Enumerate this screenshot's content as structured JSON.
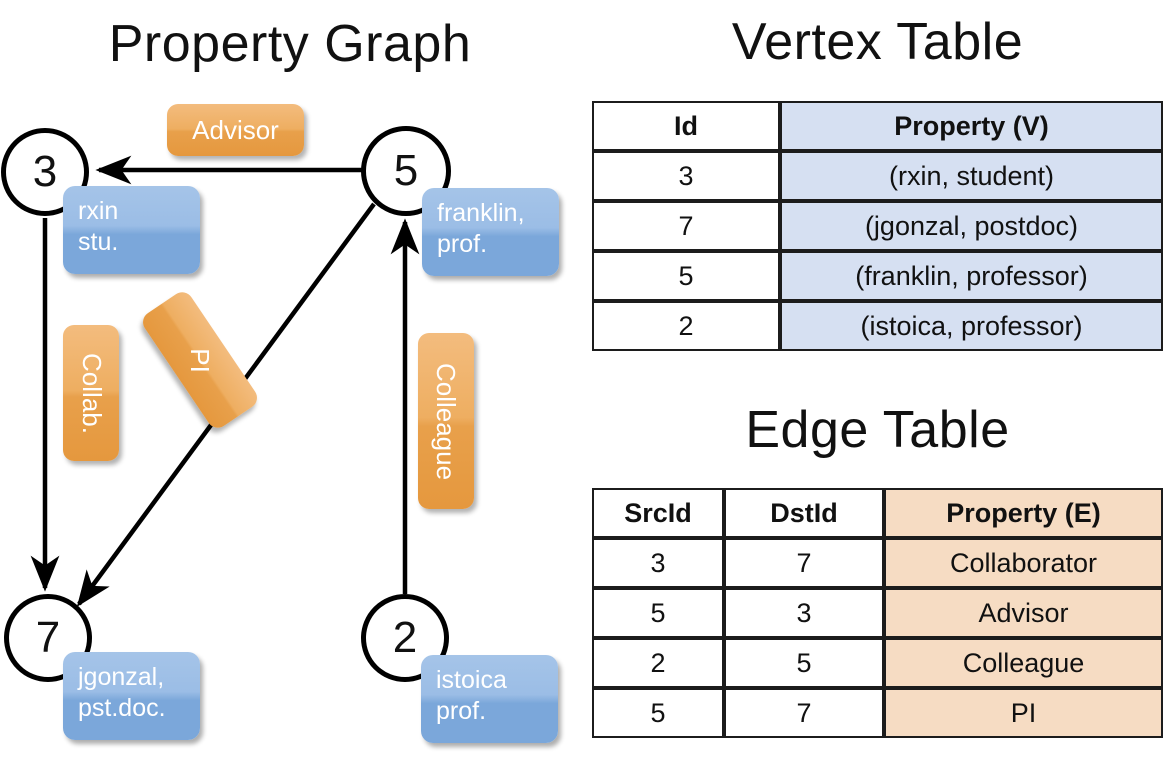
{
  "titles": {
    "property_graph": "Property Graph",
    "vertex_table": "Vertex Table",
    "edge_table": "Edge Table"
  },
  "colors": {
    "vertex_fill": "#d6e0f2",
    "edge_fill": "#f6dcc3",
    "node_property_box": "#7ba7da",
    "edge_label_box": "#e8a04b",
    "stroke": "#000000"
  },
  "graph": {
    "nodes": [
      {
        "id": "3",
        "property": "rxin\nstu."
      },
      {
        "id": "5",
        "property": "franklin,\nprof."
      },
      {
        "id": "7",
        "property": "jgonzal,\npst.doc."
      },
      {
        "id": "2",
        "property": "istoica\nprof."
      }
    ],
    "node_labels": {
      "n3": "3",
      "n5": "5",
      "n7": "7",
      "n2": "2"
    },
    "node_properties": {
      "n3_line1": "rxin",
      "n3_line2": "stu.",
      "n5_line1": "franklin,",
      "n5_line2": "prof.",
      "n7_line1": "jgonzal,",
      "n7_line2": "pst.doc.",
      "n2_line1": "istoica",
      "n2_line2": "prof."
    },
    "edge_labels": {
      "advisor": "Advisor",
      "collab": "Collab.",
      "pi": "PI",
      "colleague": "Colleague"
    },
    "edges": [
      {
        "from": "5",
        "to": "3",
        "label": "Advisor"
      },
      {
        "from": "3",
        "to": "7",
        "label": "Collab."
      },
      {
        "from": "5",
        "to": "7",
        "label": "PI"
      },
      {
        "from": "2",
        "to": "5",
        "label": "Colleague"
      }
    ]
  },
  "vertex_table": {
    "headers": [
      "Id",
      "Property (V)"
    ],
    "rows": [
      {
        "id": "3",
        "property": "(rxin, student)"
      },
      {
        "id": "7",
        "property": "(jgonzal, postdoc)"
      },
      {
        "id": "5",
        "property": "(franklin, professor)"
      },
      {
        "id": "2",
        "property": "(istoica, professor)"
      }
    ]
  },
  "edge_table": {
    "headers": [
      "SrcId",
      "DstId",
      "Property (E)"
    ],
    "rows": [
      {
        "src": "3",
        "dst": "7",
        "property": "Collaborator"
      },
      {
        "src": "5",
        "dst": "3",
        "property": "Advisor"
      },
      {
        "src": "2",
        "dst": "5",
        "property": "Colleague"
      },
      {
        "src": "5",
        "dst": "7",
        "property": "PI"
      }
    ]
  }
}
